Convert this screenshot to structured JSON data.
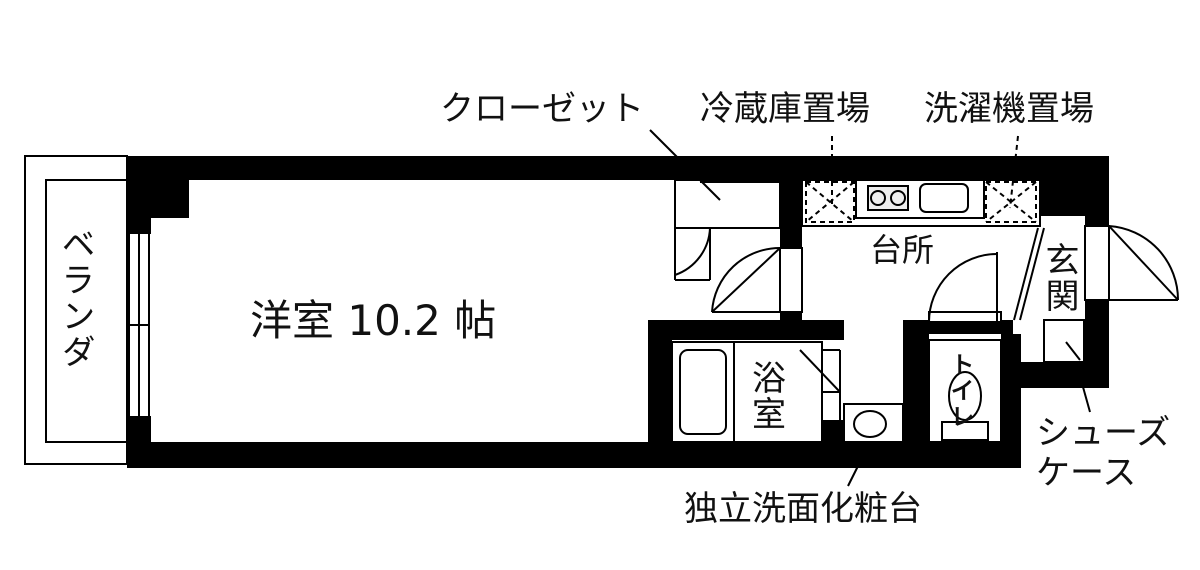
{
  "labels": {
    "closet": "クローゼット",
    "fridge_space": "冷蔵庫置場",
    "washer_space": "洗濯機置場",
    "veranda": "ベランダ",
    "western_room": "洋室 10.2 帖",
    "kitchen": "台所",
    "entrance": "玄関",
    "bath_line1": "浴",
    "bath_line2": "室",
    "toilet": "トイレ",
    "shoe_case_line1": "シューズ",
    "shoe_case_line2": "ケース",
    "vanity": "独立洗面化粧台"
  },
  "colors": {
    "wall": "#000000",
    "background": "#ffffff",
    "text": "#111111"
  }
}
